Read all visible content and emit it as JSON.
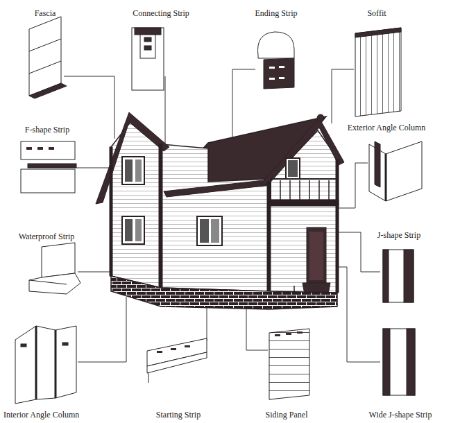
{
  "diagram": {
    "labels": [
      "Fascia",
      "Connecting Strip",
      "Ending Strip",
      "Soffit",
      "F-shape Strip",
      "Exterior Angle Column",
      "Waterproof Strip",
      "J-shape Strip",
      "Interior Angle Column",
      "Starting Strip",
      "Siding Panel",
      "Wide J-shape Strip"
    ]
  }
}
